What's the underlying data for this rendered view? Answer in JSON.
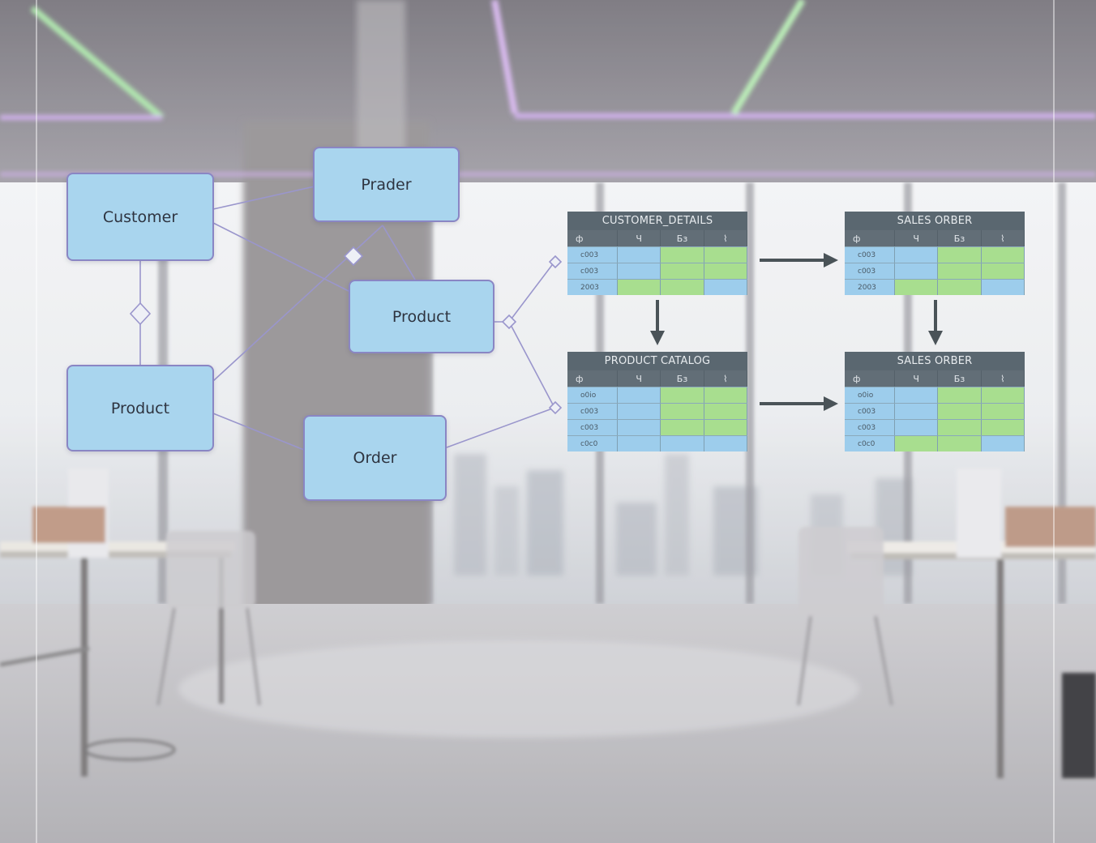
{
  "entities": {
    "customer": "Customer",
    "prader": "Prader",
    "product_center": "Product",
    "product_left": "Product",
    "order": "Order"
  },
  "tables": {
    "customer_details": {
      "title": "CUSTOMER_DETAILS",
      "columns": [
        "ф",
        "Ч",
        "Бз",
        "⌇"
      ],
      "rows": [
        {
          "key": "c003",
          "cells": [
            "blue",
            "green",
            "green"
          ]
        },
        {
          "key": "c003",
          "cells": [
            "blue",
            "green",
            "green"
          ]
        },
        {
          "key": "2003",
          "cells": [
            "green",
            "green",
            "blue"
          ]
        }
      ]
    },
    "sales_order_top": {
      "title": "SALES ORBER",
      "columns": [
        "ф",
        "Ч",
        "Бз",
        "⌇"
      ],
      "rows": [
        {
          "key": "c003",
          "cells": [
            "blue",
            "green",
            "green"
          ]
        },
        {
          "key": "c003",
          "cells": [
            "blue",
            "green",
            "green"
          ]
        },
        {
          "key": "2003",
          "cells": [
            "green",
            "green",
            "blue"
          ]
        }
      ]
    },
    "product_catalog": {
      "title": "PRODUCT CATALOG",
      "columns": [
        "ф",
        "Ч",
        "Бз",
        "⌇"
      ],
      "rows": [
        {
          "key": "o0io",
          "cells": [
            "blue",
            "green",
            "green"
          ]
        },
        {
          "key": "c003",
          "cells": [
            "blue",
            "green",
            "green"
          ]
        },
        {
          "key": "c003",
          "cells": [
            "blue",
            "green",
            "green"
          ]
        },
        {
          "key": "c0c0",
          "cells": [
            "blue",
            "blue",
            "blue"
          ]
        }
      ]
    },
    "sales_order_bottom": {
      "title": "SALES ORBER",
      "columns": [
        "ф",
        "Ч",
        "Бз",
        "⌇"
      ],
      "rows": [
        {
          "key": "o0io",
          "cells": [
            "blue",
            "green",
            "green"
          ]
        },
        {
          "key": "c003",
          "cells": [
            "blue",
            "green",
            "green"
          ]
        },
        {
          "key": "c003",
          "cells": [
            "blue",
            "green",
            "green"
          ]
        },
        {
          "key": "c0c0",
          "cells": [
            "green",
            "green",
            "blue"
          ]
        }
      ]
    }
  },
  "colors": {
    "entity_fill": "#a9d5ee",
    "entity_border": "#8a86c4",
    "connector": "#9a96cc",
    "table_header": "#5a6770",
    "cell_blue": "#9dcdec",
    "cell_green": "#a8de8f",
    "arrow": "#4a5358"
  }
}
